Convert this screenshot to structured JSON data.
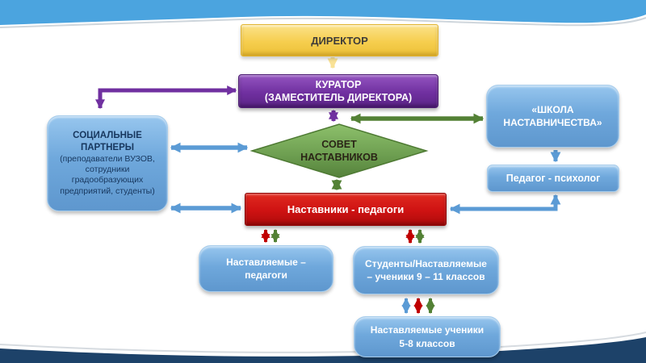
{
  "slide": {
    "background_top_band_color": "#4BA4DF",
    "background_bottom_band_color": "#1D4269"
  },
  "colors": {
    "yellow_box": "#F6CE4E",
    "purple_box": "#7030A0",
    "blue_box": "#6FA8DC",
    "red_box": "#CE1212",
    "green_diamond": "#6FA052",
    "arrow_blue": "#5B9BD5",
    "arrow_green": "#538135",
    "arrow_red": "#C00000",
    "arrow_purple": "#7030A0",
    "arrow_pale_yellow": "#F9E296"
  },
  "nodes": {
    "director": {
      "label": "ДИРЕКТОР"
    },
    "curator": {
      "lines": [
        "КУРАТОР",
        "(ЗАМЕСТИТЕЛЬ ДИРЕКТОРА)"
      ]
    },
    "social_partners": {
      "title_lines": [
        "СОЦИАЛЬНЫЕ",
        "ПАРТНЕРЫ"
      ],
      "subtitle_lines": [
        "(преподаватели ВУЗОВ,",
        "сотрудники",
        "градообразующих",
        "предприятий, студенты)"
      ]
    },
    "mentor_council": {
      "lines": [
        "СОВЕТ",
        "НАСТАВНИКОВ"
      ]
    },
    "mentoring_school": {
      "lines": [
        "«ШКОЛА",
        "НАСТАВНИЧЕСТВА»"
      ]
    },
    "psychologist": {
      "label": "Педагог - психолог"
    },
    "mentor_teachers": {
      "label": "Наставники - педагоги"
    },
    "mentee_teachers": {
      "lines": [
        "Наставляемые –",
        "педагоги"
      ]
    },
    "students_9_11": {
      "lines": [
        "Студенты/Наставляемые",
        "– ученики 9 – 11 классов"
      ]
    },
    "students_5_8": {
      "lines": [
        "Наставляемые ученики",
        "5-8 классов"
      ]
    }
  }
}
